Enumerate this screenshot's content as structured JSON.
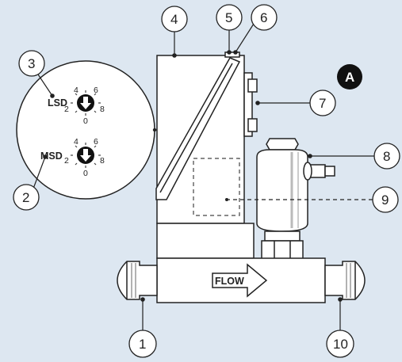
{
  "callouts": [
    {
      "id": "1",
      "label": "1"
    },
    {
      "id": "2",
      "label": "2"
    },
    {
      "id": "3",
      "label": "3"
    },
    {
      "id": "4",
      "label": "4"
    },
    {
      "id": "5",
      "label": "5"
    },
    {
      "id": "6",
      "label": "6"
    },
    {
      "id": "7",
      "label": "7"
    },
    {
      "id": "8",
      "label": "8"
    },
    {
      "id": "9",
      "label": "9"
    },
    {
      "id": "10",
      "label": "10"
    }
  ],
  "badge": {
    "label": "A"
  },
  "dials": {
    "lsd": {
      "label": "LSD",
      "digits": [
        "4",
        "6",
        "2",
        "8",
        "0"
      ]
    },
    "msd": {
      "label": "MSD",
      "digits": [
        "4",
        "6",
        "2",
        "8",
        "0"
      ]
    }
  },
  "flow_label": "FLOW",
  "colors": {
    "background": "#dde7f1",
    "line": "#222222",
    "body_fill": "#ffffff",
    "badge_fill": "#111111"
  }
}
